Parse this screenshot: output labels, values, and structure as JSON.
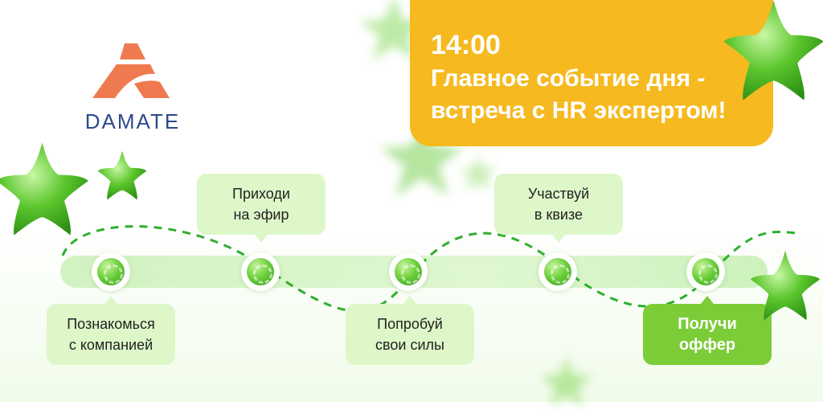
{
  "brand": {
    "name": "DAMATE",
    "logo_color": "#f07a50",
    "text_color": "#2e4a8c"
  },
  "event": {
    "time": "14:00",
    "text": "Главное событие дня -\nвстреча с HR экспертом!",
    "color": "#f6b91f"
  },
  "steps": [
    {
      "label": "Познакомься\nс компанией"
    },
    {
      "label": "Приходи\nна эфир"
    },
    {
      "label": "Попробуй\nсвои силы"
    },
    {
      "label": "Участвуй\nв квизе"
    },
    {
      "label": "Получи\nоффер"
    }
  ],
  "colors": {
    "accent_green": "#7ccc38",
    "bubble": "#ddf7c9",
    "path_dash": "#2fae2f"
  }
}
